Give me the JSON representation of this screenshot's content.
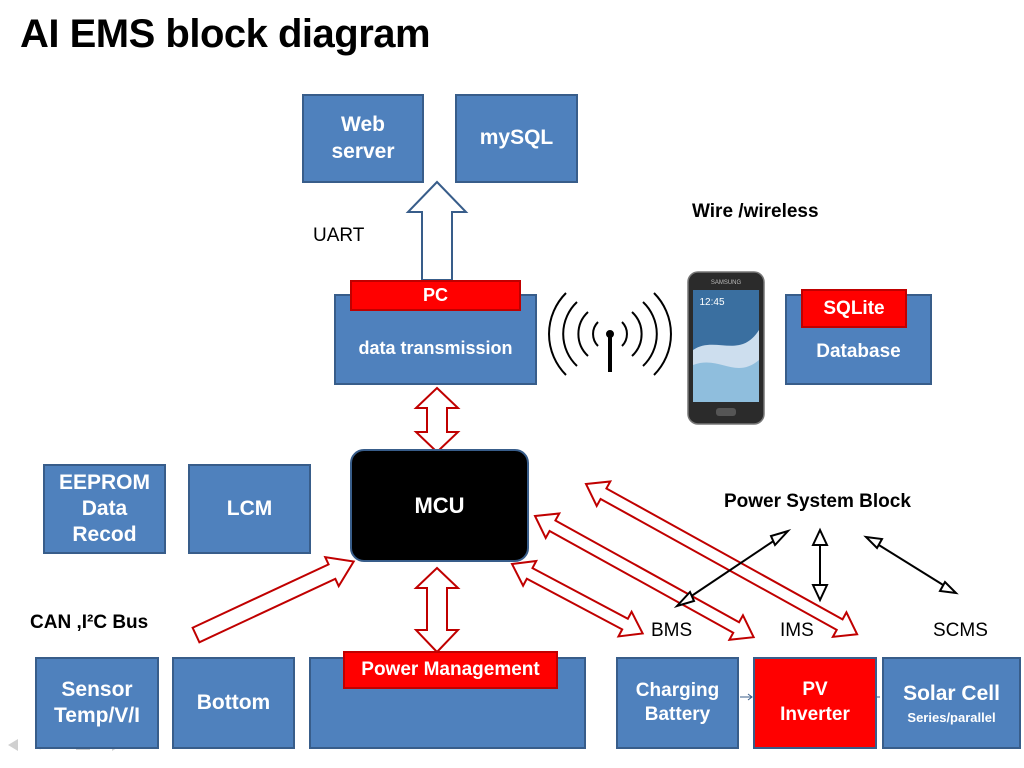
{
  "title": "AI EMS block diagram",
  "blocks": {
    "web_server": "Web\nserver",
    "mysql": "mySQL",
    "pc_tag": "PC",
    "data_transmission": "data transmission",
    "sqlite_tag": "SQLite",
    "database": "Database",
    "mcu": "MCU",
    "eeprom": "EEPROM\nData\nRecod",
    "lcm": "LCM",
    "power_management": "Power Management",
    "sensor": "Sensor\nTemp/V/I",
    "bottom": "Bottom",
    "charging_battery": "Charging\nBattery",
    "pv_inverter": "PV\nInverter",
    "solar_cell": "Solar Cell",
    "solar_cell_sub": "Series/parallel"
  },
  "labels": {
    "uart": "UART",
    "wire_wireless": "Wire /wireless",
    "power_system_block": "Power System Block",
    "can_bus": "CAN ,I²C   Bus",
    "bms": "BMS",
    "ims": "IMS",
    "scms": "SCMS"
  },
  "phone": {
    "brand": "SAMSUNG",
    "time": "12:45"
  },
  "colors": {
    "box_blue": "#4f81bd",
    "box_border": "#385d8a",
    "tag_red": "#ff0000",
    "arrow_red": "#c00000",
    "mcu_black": "#000000"
  }
}
